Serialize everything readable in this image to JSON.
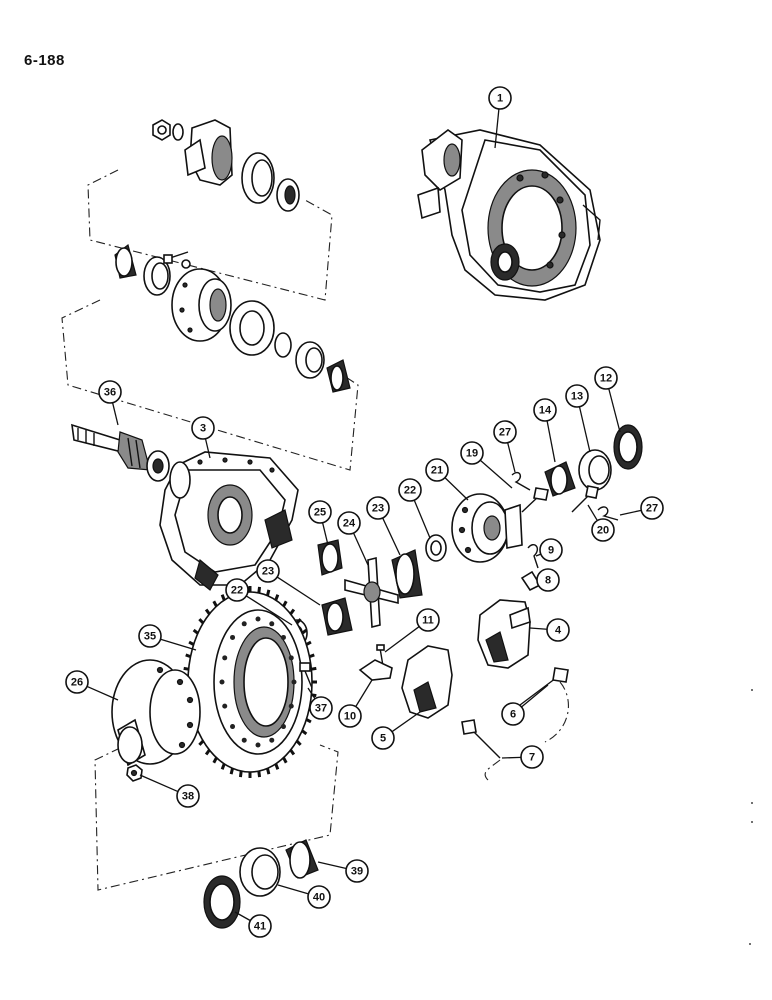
{
  "page_number": "6-188",
  "callouts": [
    "1",
    "3",
    "36",
    "12",
    "13",
    "14",
    "27",
    "19",
    "21",
    "22",
    "23",
    "25",
    "24",
    "27",
    "20",
    "9",
    "8",
    "4",
    "11",
    "22",
    "23",
    "35",
    "26",
    "37",
    "10",
    "5",
    "6",
    "7",
    "38",
    "39",
    "40",
    "41"
  ]
}
